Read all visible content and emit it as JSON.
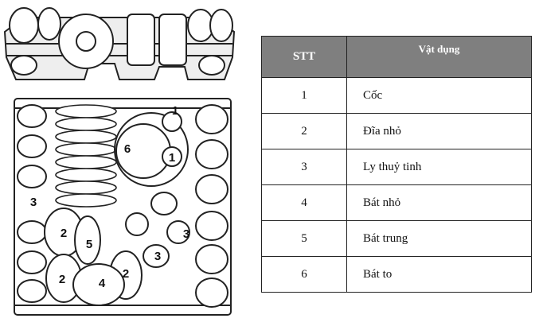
{
  "table": {
    "header": {
      "stt": "STT",
      "item": "Vật dụng"
    },
    "rows": [
      {
        "stt": "1",
        "item": "Cốc"
      },
      {
        "stt": "2",
        "item": "Đĩa nhỏ"
      },
      {
        "stt": "3",
        "item": "Ly thuỷ tinh"
      },
      {
        "stt": "4",
        "item": "Bát nhỏ"
      },
      {
        "stt": "5",
        "item": "Bát trung"
      },
      {
        "stt": "6",
        "item": "Bát to"
      }
    ]
  },
  "diagram": {
    "labels": {
      "cup": "1",
      "small_plate": "2",
      "glass": "3",
      "small_bowl": "4",
      "medium_bowl": "5",
      "large_bowl": "6"
    }
  }
}
